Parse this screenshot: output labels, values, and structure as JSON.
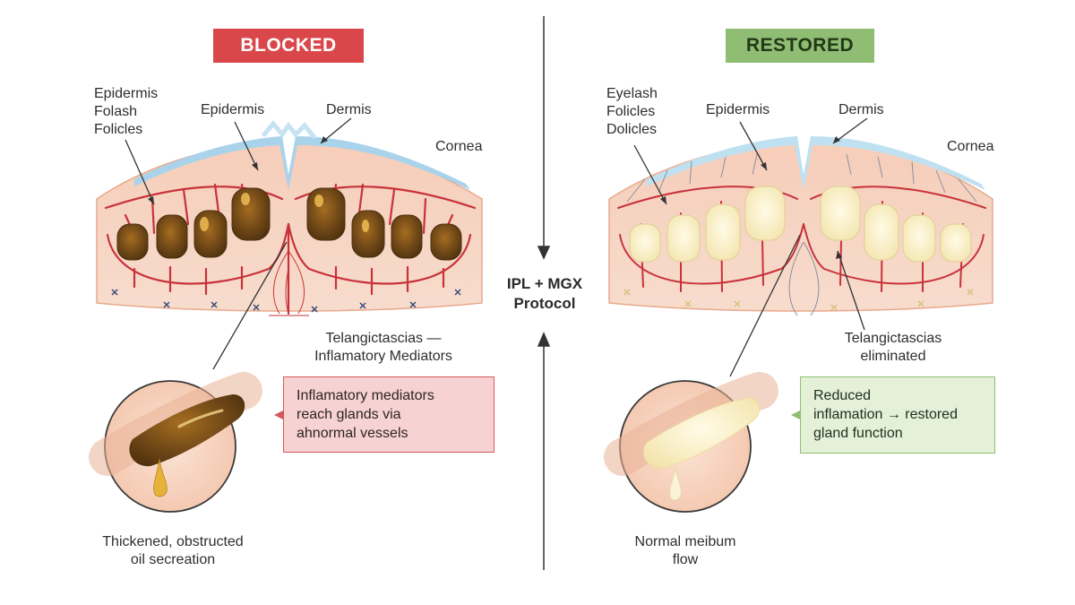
{
  "header": {
    "blocked": "BLOCKED",
    "restored": "RESTORED"
  },
  "center": {
    "protocol": "IPL + MGX\nProtocol"
  },
  "left": {
    "label_epidermis_folash": "Epidermis\nFolash\nFolicles",
    "label_epidermis": "Epidermis",
    "label_dermis": "Dermis",
    "label_cornea": "Cornea",
    "label_telangiectasias": "Telangictascias —\nInflamatory Mediators",
    "callout": "Inflamatory mediators\nreach glands via\nahnormal vessels",
    "caption": "Thickened, obstructed\noil secreation"
  },
  "right": {
    "label_eyelash": "Eyelash\nFolicles\nDolicles",
    "label_epidermis": "Epidermis",
    "label_dermis": "Dermis",
    "label_cornea": "Cornea",
    "label_telangiectasias": "Telangictascias\neliminated",
    "callout": "Reduced\ninflamation → restored\ngland function",
    "caption": "Normal meibum\nflow"
  },
  "colors": {
    "blocked": "#d9474a",
    "restored": "#8fbd73",
    "skin": "#f3c3ad",
    "vessel": "#c8323a",
    "cornea": "#a9d3ea",
    "gland_blocked": "#6d4616",
    "gland_restored": "#f6efc7"
  }
}
